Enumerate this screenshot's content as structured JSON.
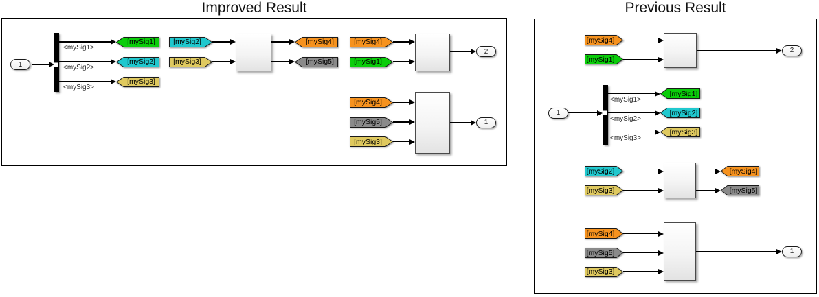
{
  "colors": {
    "sig1": "#0ACD0A",
    "sig2": "#20C8CE",
    "sig3": "#DFC95F",
    "sig4": "#F6921E",
    "sig5": "#8A8A8A",
    "wire": "#000000",
    "tag_border": "#1a1a1a"
  },
  "icons": {
    "wire_arrow": "right-pointing solid triangle"
  },
  "left": {
    "title": "Improved Result",
    "inport": "1",
    "wire_labels": [
      "<mySig1>",
      "<mySig2>",
      "<mySig3>"
    ],
    "goto_tags": [
      "[mySig1]",
      "[mySig2]",
      "[mySig3]"
    ],
    "from_pair": [
      "[mySig2]",
      "[mySig3]"
    ],
    "goto_pair": [
      "[mySig4]",
      "[mySig5]"
    ],
    "from_pair2": [
      "[mySig4]",
      "[mySig1]"
    ],
    "outport_top": "2",
    "from_triple": [
      "[mySig4]",
      "[mySig5]",
      "[mySig3]"
    ],
    "outport_bottom": "1"
  },
  "right": {
    "title": "Previous Result",
    "from_pair": [
      "[mySig4]",
      "[mySig1]"
    ],
    "outport_top": "2",
    "inport": "1",
    "wire_labels": [
      "<mySig1>",
      "<mySig2>",
      "<mySig3>"
    ],
    "goto_tags": [
      "[mySig1]",
      "[mySig2]",
      "[mySig3]"
    ],
    "from_pair2": [
      "[mySig2]",
      "[mySig3]"
    ],
    "goto_pair": [
      "[mySig4]",
      "[mySig5]"
    ],
    "from_triple": [
      "[mySig4]",
      "[mySig5]",
      "[mySig3]"
    ],
    "outport_bottom": "1"
  }
}
